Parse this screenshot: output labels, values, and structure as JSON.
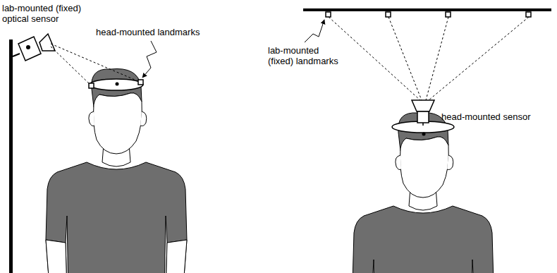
{
  "diagram": {
    "labels": [
      "lab-mounted (fixed) optical sensor",
      "head-mounted landmarks",
      "lab-mounted (fixed) landmarks",
      "head-mounted sensor"
    ]
  }
}
